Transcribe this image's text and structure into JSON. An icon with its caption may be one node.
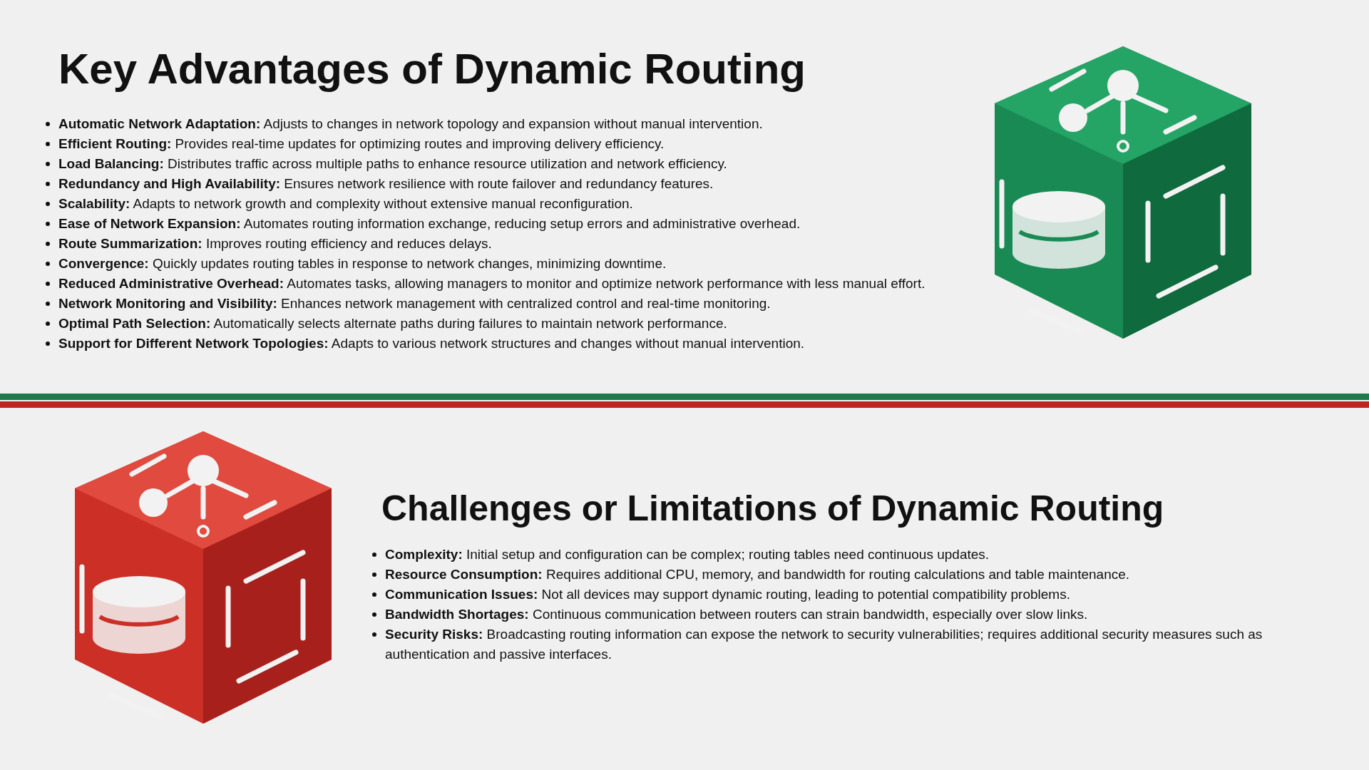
{
  "diagram": {
    "title": "Key Advantages of Dynamic Routing",
    "labels": [
      "**Automatic Network Adaptation:** Adjusts to changes in network topology and expansion without manual intervention.",
      "**Efficient Routing:** Provides real-time updates for optimizing routes and improving delivery efficiency.",
      "**Load Balancing:** Distributes traffic across multiple paths to enhance resource utilization and network efficiency.",
      "**Redundancy and High Availability:** Ensures network resilience with route failover and redundancy features.",
      "**Scalability:** Adapts to network growth and complexity without extensive manual reconfiguration.",
      "**Ease of Network Expansion:** Automates routing information exchange, reducing setup errors and administrative overhead.",
      "**Route Summarization:** Improves routing efficiency and reduces delays.",
      "**Convergence:** Quickly updates routing tables in response to network changes, minimizing downtime.",
      "**Reduced Administrative Overhead:** Automates tasks, allowing managers to monitor and optimize network performance with less manual effort.",
      "**Network Monitoring and Visibility:** Enhances network management with centralized control and real-time monitoring.",
      "**Optimal Path Selection:** Automatically selects alternate paths during failures to maintain network performance.",
      "**Support for Different Network Topologies:** Adapts to various network structures and changes without manual intervention.",
      "Challenges or Limitations of Dynamic Routing",
      "**Complexity:** Initial setup and configuration can be complex; routing tables need continuous updates.",
      "**Resource Consumption:** Requires additional CPU, memory, and bandwidth for routing calculations and table maintenance.",
      "**Communication Issues:** Not all devices may support dynamic routing, leading to potential compatibility problems.",
      "**Bandwidth Shortages:** Continuous communication between routers can strain bandwidth, especially over slow links.",
      "**Security Risks:** Broadcasting routing information can expose the network to security vulnerabilities; requires additional security measures such as authentication and passive interfaces."
    ]
  }
}
